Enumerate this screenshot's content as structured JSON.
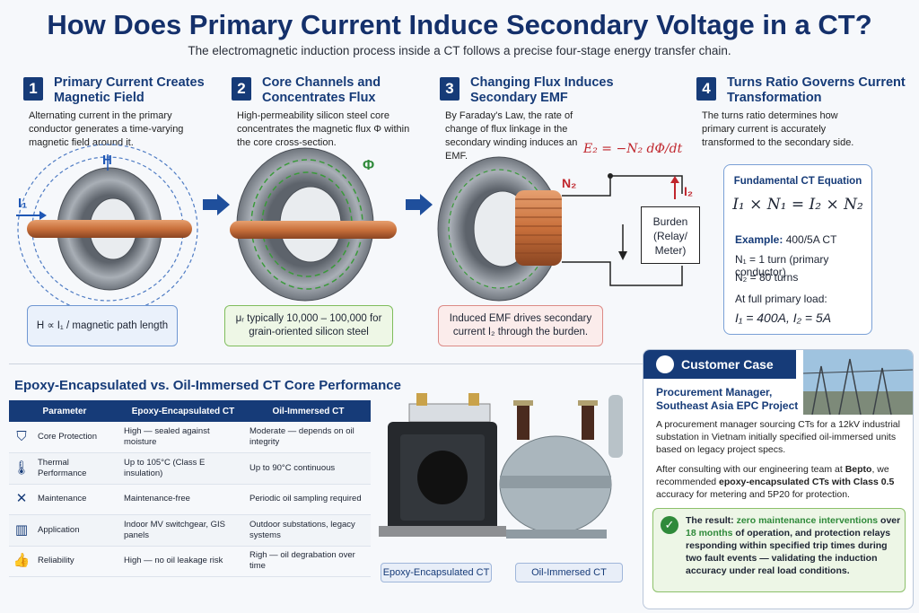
{
  "header": {
    "title": "How Does Primary Current Induce Secondary Voltage in a CT?",
    "subtitle": "The electromagnetic induction process inside a CT follows a precise four-stage energy transfer chain."
  },
  "steps": [
    {
      "num": "1",
      "title": "Primary Current Creates Magnetic Field",
      "desc": "Alternating current in the primary conductor generates a time-varying magnetic field around it."
    },
    {
      "num": "2",
      "title": "Core Channels and Concentrates Flux",
      "desc": "High-permeability silicon steel core concentrates the magnetic flux Φ within the core cross-section."
    },
    {
      "num": "3",
      "title": "Changing Flux Induces Secondary EMF",
      "desc": "By Faraday's Law, the rate of change of flux linkage in the secondary winding induces an EMF."
    },
    {
      "num": "4",
      "title": "Turns Ratio Governs Current Transformation",
      "desc": "The turns ratio determines how primary current is accurately transformed to the secondary side."
    }
  ],
  "diagram_labels": {
    "h": "H",
    "i1": "I₁",
    "phi": "Φ",
    "n2": "N₂",
    "i2": "I₂",
    "emf": "E₂ = −N₂ dΦ/dt",
    "burden": "Burden (Relay/ Meter)"
  },
  "formulas": {
    "box1": "H ∝ I₁ / magnetic path length",
    "box2": "μᵣ typically 10,000 – 100,000 for grain-oriented silicon steel",
    "box3": "Induced EMF drives secondary current I₂ through the burden."
  },
  "equation": {
    "title": "Fundamental CT Equation",
    "formula": "I₁ × N₁ = I₂ × N₂",
    "example_label": "Example:",
    "example_value": "400/5A CT",
    "n1": "N₁ = 1 turn (primary conductor)",
    "n2": "N₂ = 80 turns",
    "load_label": "At full primary load:",
    "load_values": "I₁ = 400A,   I₂ = 5A"
  },
  "comparison": {
    "title": "Epoxy-Encapsulated vs. Oil-Immersed CT Core Performance",
    "headers": [
      "Parameter",
      "Epoxy-Encapsulated CT",
      "Oil-Immersed CT"
    ],
    "rows": [
      {
        "icon": "shield-icon",
        "param": "Core Protection",
        "epoxy": "High — sealed against moisture",
        "oil": "Moderate — depends on oil integrity"
      },
      {
        "icon": "thermometer-icon",
        "param": "Thermal Performance",
        "epoxy": "Up to 105°C (Class E insulation)",
        "oil": "Up to 90°C continuous"
      },
      {
        "icon": "wrench-icon",
        "param": "Maintenance",
        "epoxy": "Maintenance-free",
        "oil": "Periodic oil sampling required"
      },
      {
        "icon": "building-chart-icon",
        "param": "Application",
        "epoxy": "Indoor MV switchgear, GIS panels",
        "oil": "Outdoor substations, legacy systems"
      },
      {
        "icon": "thumbs-up-icon",
        "param": "Reliability",
        "epoxy": "High — no oil leakage risk",
        "oil": "Righ — oil degrabation over time"
      }
    ]
  },
  "photos": {
    "epoxy_label": "Epoxy-Encapsulated CT",
    "oil_label": "Oil-Immersed CT"
  },
  "customer_case": {
    "title": "Customer Case",
    "role": "Procurement Manager, Southeast Asia EPC Project",
    "para1": "A procurement manager sourcing CTs for a 12kV industrial substation in Vietnam initially specified oil-immersed units based on legacy project specs.",
    "para2_a": "After consulting with our engineering team at ",
    "para2_brand": "Bepto",
    "para2_b": ", we recommended ",
    "para2_c": "epoxy-encapsulated CTs with Class 0.5",
    "para2_d": " accuracy for metering and 5P20 for protection.",
    "result_a": "The result: ",
    "result_b": "zero maintenance interventions",
    "result_c": " over ",
    "result_d": "18 months",
    "result_e": " of operation, and protection relays responding within specified trip times during two fault events — validating the induction accuracy under real load conditions."
  },
  "colors": {
    "navy": "#163b78",
    "copper": "#c9703b",
    "green": "#2f8a3a",
    "red": "#c0262d"
  }
}
